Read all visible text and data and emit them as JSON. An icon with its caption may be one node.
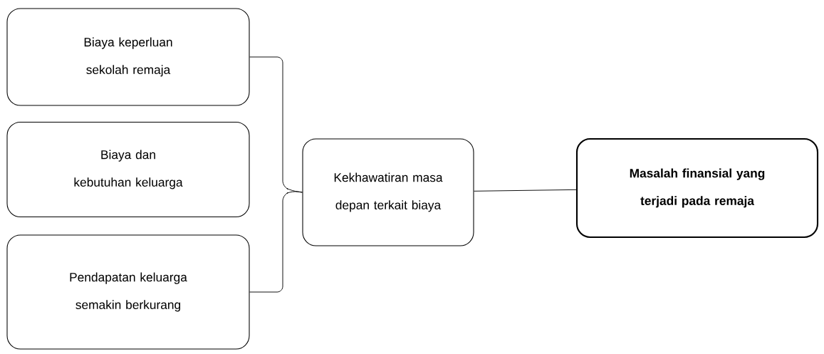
{
  "diagram": {
    "nodes": [
      {
        "text": [
          "Biaya keperluan sekolah remaja"
        ]
      },
      {
        "text": [
          "Biaya dan kebutuhan keluarga"
        ]
      },
      {
        "text": [
          "Pendapatan keluarga semakin berkurang"
        ]
      },
      {
        "text": [
          "Kekhawatiran masa depan terkait biaya"
        ]
      },
      {
        "text": [
          "Masalah finansial yang terjadi pada remaja"
        ]
      }
    ],
    "edges": [
      {
        "from": 0,
        "to": 3,
        "arrow": "none"
      },
      {
        "from": 2,
        "to": 3,
        "arrow": "none"
      },
      {
        "from": 3,
        "to": 4,
        "arrow": "none"
      }
    ]
  }
}
